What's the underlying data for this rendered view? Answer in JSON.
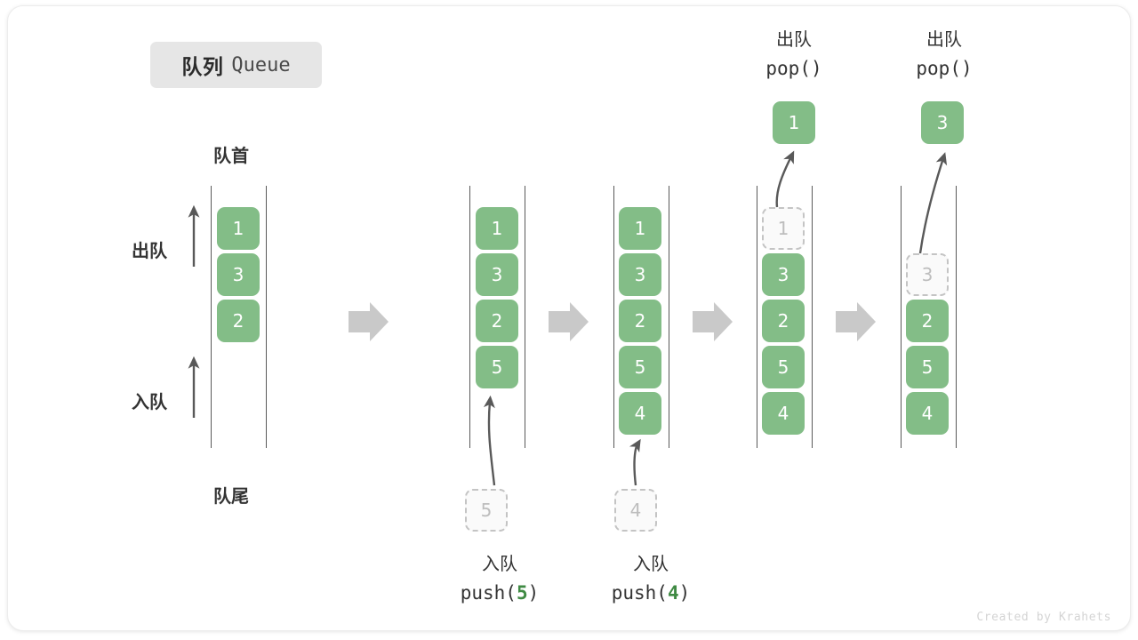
{
  "diagram": {
    "title_cn": "队列",
    "title_en": "Queue",
    "credit": "Created by Krahets",
    "colors": {
      "cell_fill": "#83bd87",
      "cell_text": "#ffffff",
      "ghost_border": "#c4c4c4",
      "ghost_text": "#bdbdbd",
      "rail": "#595959",
      "arrow": "#595959",
      "step_arrow": "#c9c9c9",
      "accent_number": "#3f8a43",
      "badge_bg": "#e6e6e6",
      "card_bg": "#ffffff"
    },
    "labels": {
      "front": "队首",
      "rear": "队尾",
      "dequeue": "出队",
      "enqueue": "入队"
    },
    "step_arrow_icon": "arrow-right-icon",
    "columns": [
      {
        "id": "initial",
        "cells": [
          {
            "value": "1",
            "state": "filled"
          },
          {
            "value": "3",
            "state": "filled"
          },
          {
            "value": "2",
            "state": "filled"
          }
        ]
      },
      {
        "id": "after-push-5",
        "cells": [
          {
            "value": "1",
            "state": "filled"
          },
          {
            "value": "3",
            "state": "filled"
          },
          {
            "value": "2",
            "state": "filled"
          },
          {
            "value": "5",
            "state": "filled"
          }
        ],
        "incoming": {
          "value": "5",
          "state": "ghost"
        },
        "operation": {
          "cn": "入队",
          "fn": "push",
          "arg": "5"
        }
      },
      {
        "id": "after-push-4",
        "cells": [
          {
            "value": "1",
            "state": "filled"
          },
          {
            "value": "3",
            "state": "filled"
          },
          {
            "value": "2",
            "state": "filled"
          },
          {
            "value": "5",
            "state": "filled"
          },
          {
            "value": "4",
            "state": "filled"
          }
        ],
        "incoming": {
          "value": "4",
          "state": "ghost"
        },
        "operation": {
          "cn": "入队",
          "fn": "push",
          "arg": "4"
        }
      },
      {
        "id": "after-pop-1",
        "cells": [
          {
            "value": "1",
            "state": "ghost"
          },
          {
            "value": "3",
            "state": "filled"
          },
          {
            "value": "2",
            "state": "filled"
          },
          {
            "value": "5",
            "state": "filled"
          },
          {
            "value": "4",
            "state": "filled"
          }
        ],
        "popped": {
          "value": "1",
          "state": "filled"
        },
        "operation": {
          "cn": "出队",
          "fn": "pop",
          "arg": ""
        }
      },
      {
        "id": "after-pop-3",
        "cells": [
          {
            "value": "",
            "state": "empty"
          },
          {
            "value": "3",
            "state": "ghost"
          },
          {
            "value": "2",
            "state": "filled"
          },
          {
            "value": "5",
            "state": "filled"
          },
          {
            "value": "4",
            "state": "filled"
          }
        ],
        "popped": {
          "value": "3",
          "state": "filled"
        },
        "operation": {
          "cn": "出队",
          "fn": "pop",
          "arg": ""
        }
      }
    ]
  }
}
